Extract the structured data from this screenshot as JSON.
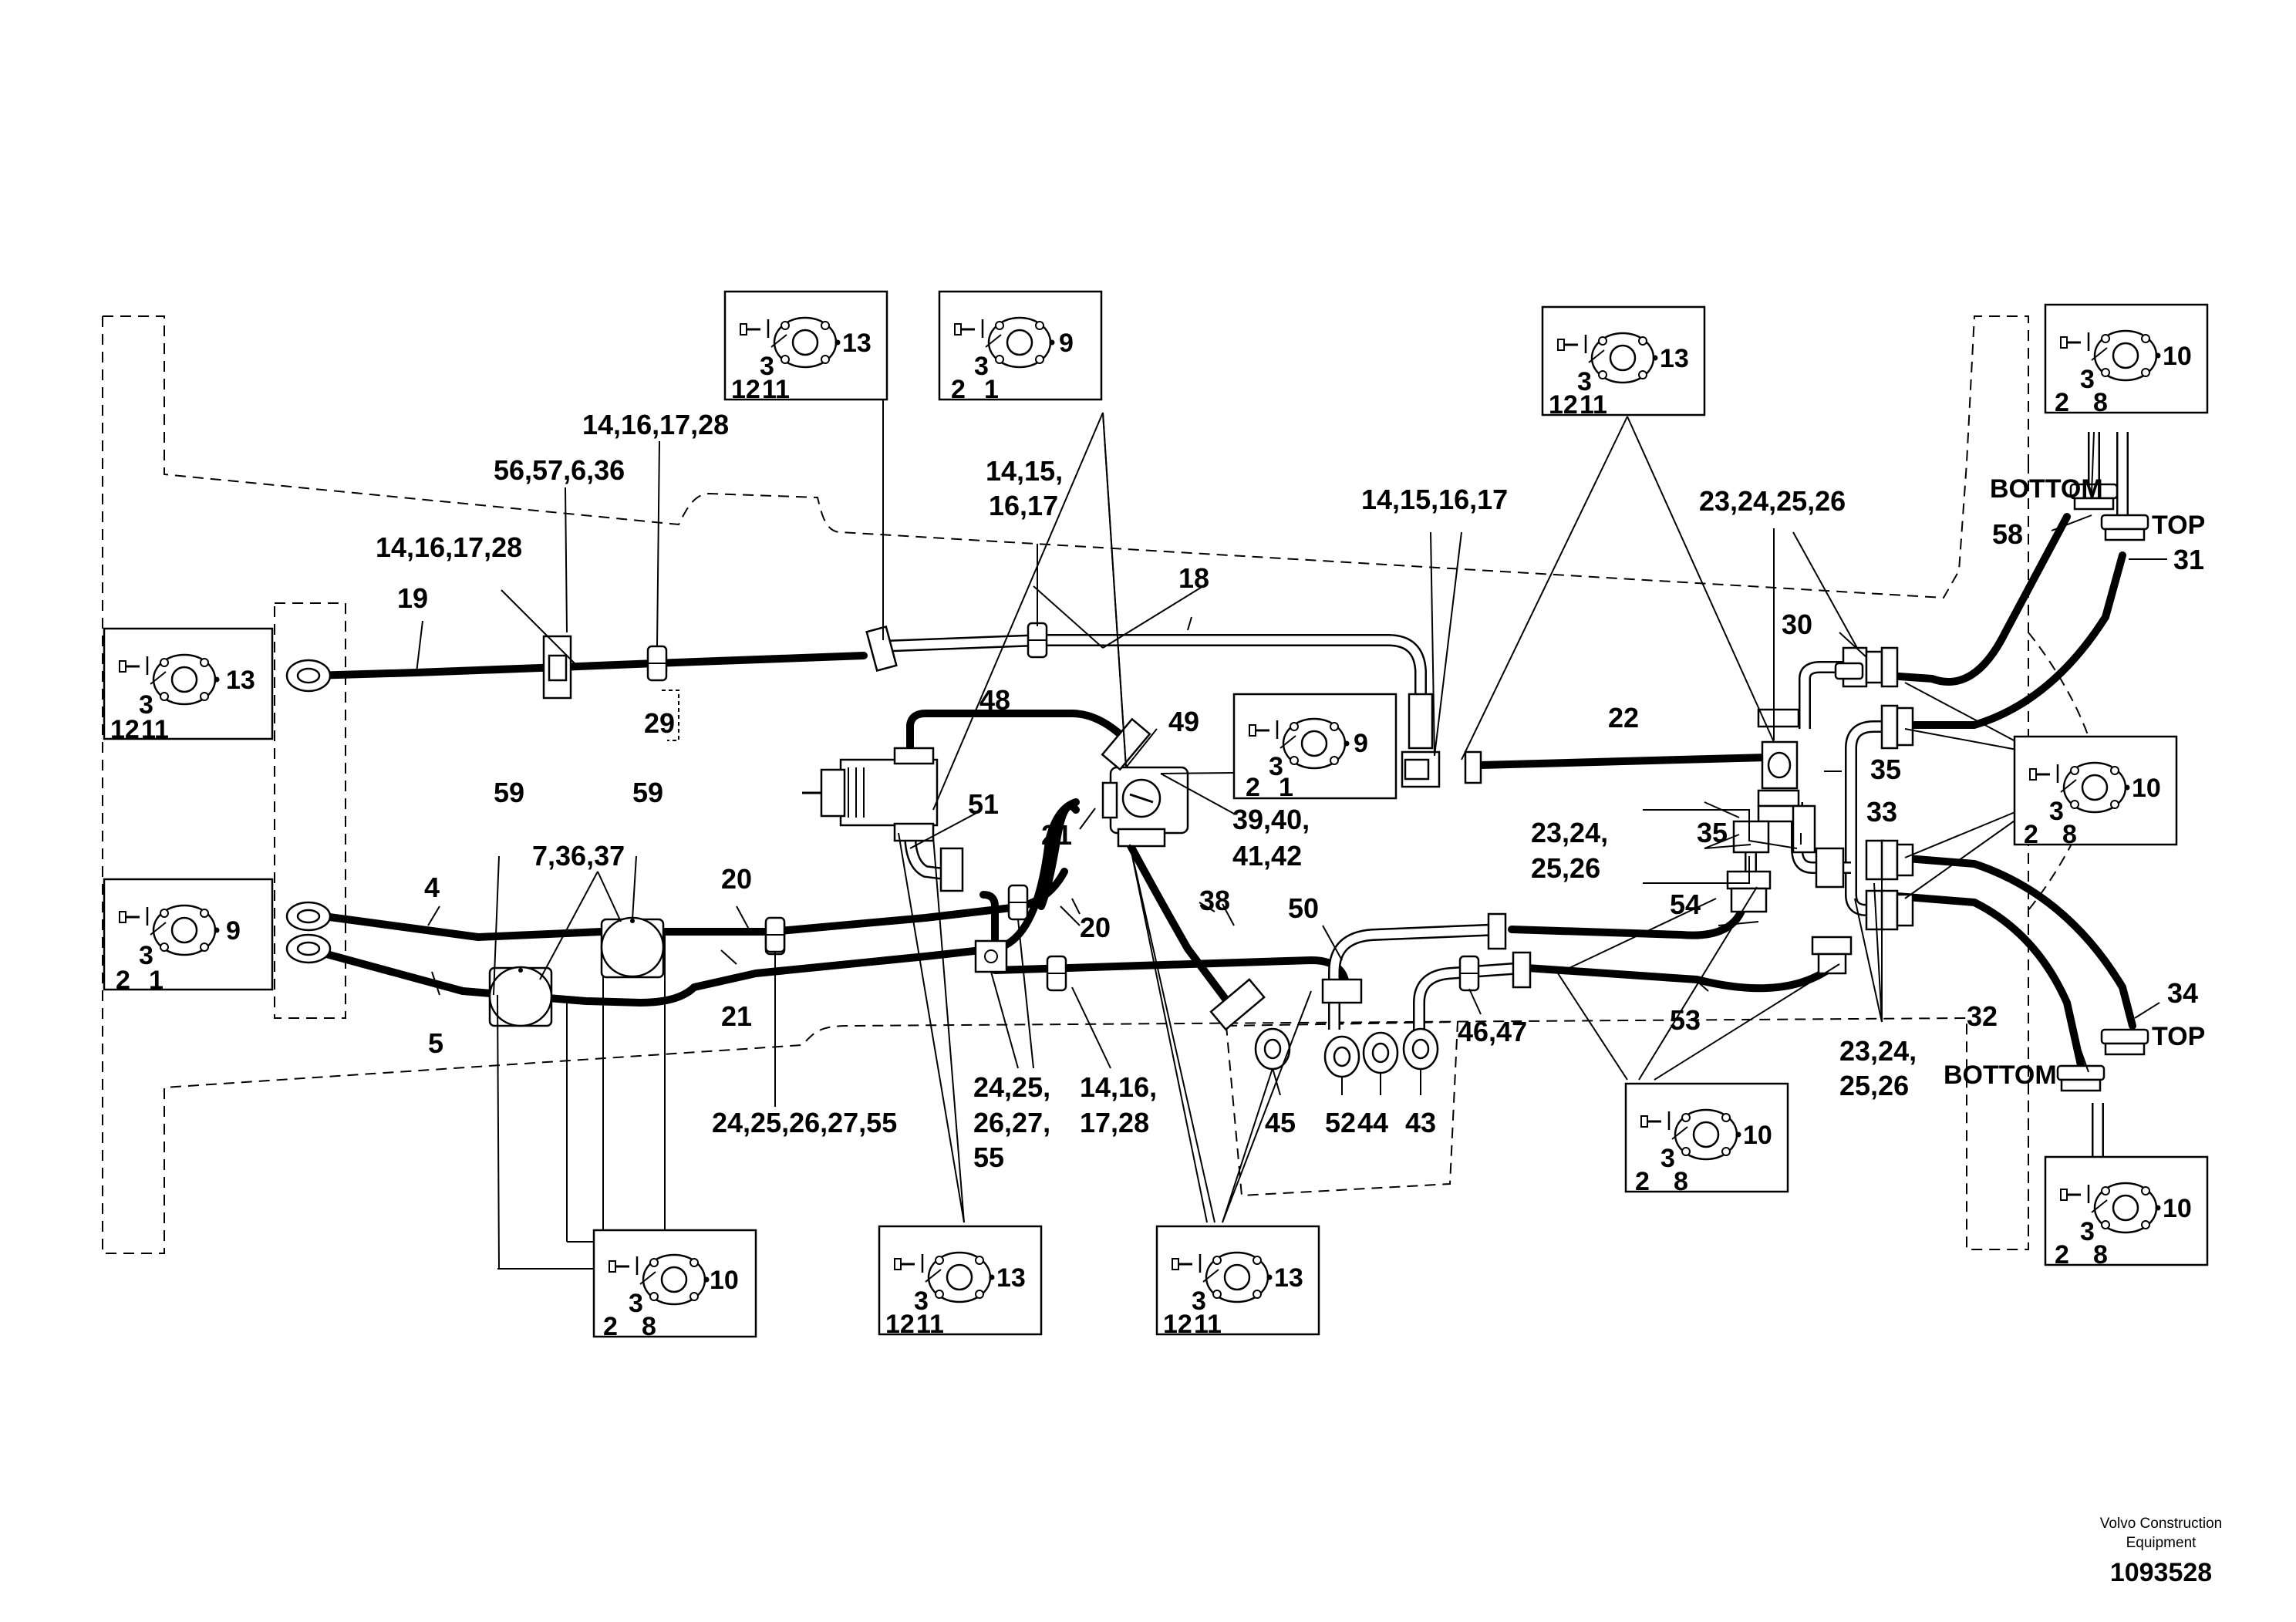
{
  "diagram": {
    "callouts": {
      "c56": "56,57,6,36",
      "c14a": "14,16,17,28",
      "c14b": "14,16,17,28",
      "c19": "19",
      "c29": "29",
      "c18": "18",
      "c14_15_a": "14,15,",
      "c16_17_a": "16,17",
      "c14_15_16_17": "14,15,16,17",
      "c48": "48",
      "c49": "49",
      "c22": "22",
      "c23_top": "23,24,25,26",
      "c30": "30",
      "c58": "58",
      "c31": "31",
      "bottom_top": "BOTTOM",
      "top_top": "TOP",
      "c51": "51",
      "c21a": "21",
      "c39a": "39,40,",
      "c39b": "41,42",
      "c35a": "35",
      "c33": "33",
      "c23_mid_a": "23,24,",
      "c23_mid_b": "25,26",
      "c35b": "35",
      "c59a": "59",
      "c59b": "59",
      "c7": "7,36,37",
      "c4": "4",
      "c20a": "20",
      "c20b": "20",
      "c21b": "21",
      "c5": "5",
      "c38": "38",
      "c50": "50",
      "c54": "54",
      "c53": "53",
      "c46": "46,47",
      "c24_long": "24,25,26,27,55",
      "c24_a": "24,25,",
      "c24_b": "26,27,",
      "c24_c": "55",
      "c14_16_a": "14,16,",
      "c14_16_b": "17,28",
      "c45": "45",
      "c52": "52",
      "c44": "44",
      "c43": "43",
      "c32": "32",
      "c34": "34",
      "top_bot": "TOP",
      "bottom_bot": "BOTTOM",
      "c23_right_a": "23,24,",
      "c23_right_b": "25,26"
    },
    "kits": {
      "k1": {
        "a": "3",
        "b": "12",
        "c": "11",
        "side": "13"
      },
      "k2": {
        "a": "3",
        "b": "2",
        "c": "1",
        "side": "9"
      },
      "k3": {
        "a": "3",
        "b": "12",
        "c": "11",
        "side": "13"
      },
      "k4": {
        "a": "3",
        "b": "2",
        "c": "8",
        "side": "10"
      },
      "k5": {
        "a": "3",
        "b": "12",
        "c": "11",
        "side": "13"
      },
      "k6": {
        "a": "3",
        "b": "2",
        "c": "1",
        "side": "9"
      },
      "k7": {
        "a": "3",
        "b": "2",
        "c": "8",
        "side": "10"
      },
      "k8": {
        "a": "3",
        "b": "2",
        "c": "1",
        "side": "9"
      },
      "k9": {
        "a": "3",
        "b": "2",
        "c": "8",
        "side": "10"
      },
      "k10": {
        "a": "3",
        "b": "2",
        "c": "8",
        "side": "10"
      },
      "k11": {
        "a": "3",
        "b": "12",
        "c": "11",
        "side": "13"
      },
      "k12": {
        "a": "3",
        "b": "12",
        "c": "11",
        "side": "13"
      },
      "k13": {
        "a": "3",
        "b": "2",
        "c": "8",
        "side": "10"
      }
    },
    "footer": {
      "company_line1": "Volvo Construction",
      "company_line2": "Equipment",
      "doc_number": "1093528"
    }
  }
}
